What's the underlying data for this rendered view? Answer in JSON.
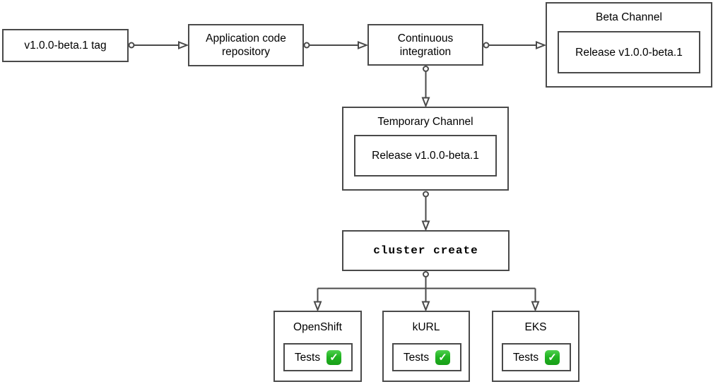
{
  "diagram": {
    "nodes": {
      "tag": {
        "label": "v1.0.0-beta.1 tag"
      },
      "repo": {
        "label": "Application code repository"
      },
      "ci": {
        "label": "Continuous integration"
      },
      "beta_channel": {
        "title": "Beta Channel",
        "release_label": "Release v1.0.0-beta.1"
      },
      "temporary_channel": {
        "title": "Temporary Channel",
        "release_label": "Release v1.0.0-beta.1"
      },
      "cluster_create": {
        "label": "cluster create"
      }
    },
    "clusters": [
      {
        "title": "OpenShift",
        "tests_label": "Tests",
        "status_icon": "check-icon"
      },
      {
        "title": "kURL",
        "tests_label": "Tests",
        "status_icon": "check-icon"
      },
      {
        "title": "EKS",
        "tests_label": "Tests",
        "status_icon": "check-icon"
      }
    ],
    "icons": {
      "check": "✓"
    },
    "colors": {
      "background": "#ffffff",
      "box_border": "#4a4a4a",
      "connector": "#4a4a4a",
      "text": "#000000",
      "check_green": "#22b422",
      "check_mark": "#ffffff"
    }
  }
}
